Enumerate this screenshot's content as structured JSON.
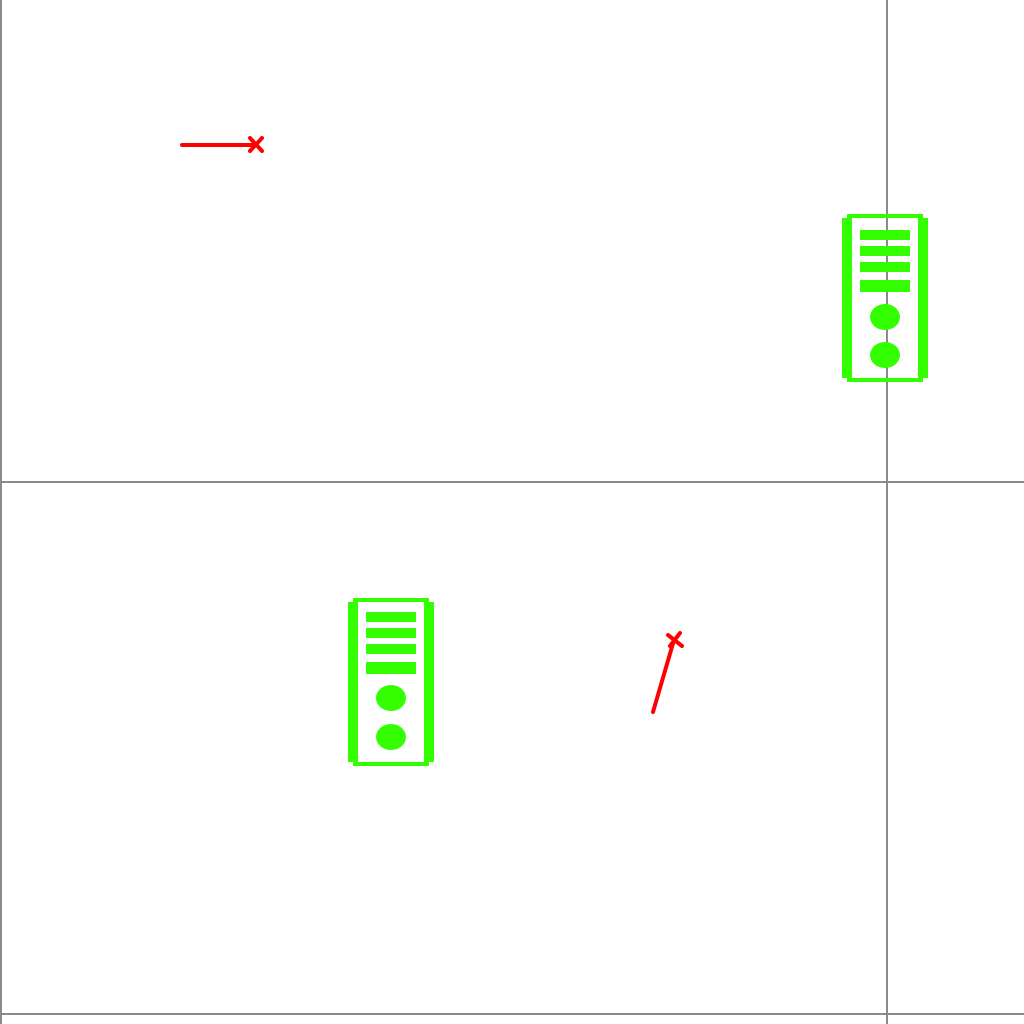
{
  "colors": {
    "background": "#ffffff",
    "grid_line": "#8a8a8a",
    "tower": "#33ff00",
    "needle": "#ff0000"
  },
  "scene": {
    "grid": {
      "visible": true
    },
    "towers": [
      {
        "name": "tower-top-right",
        "icon": "tower-icon"
      },
      {
        "name": "tower-bottom-left",
        "icon": "tower-icon"
      }
    ],
    "needles": [
      {
        "name": "needle-horizontal",
        "icon": "needle-icon"
      },
      {
        "name": "needle-tilted",
        "icon": "needle-icon"
      }
    ]
  }
}
